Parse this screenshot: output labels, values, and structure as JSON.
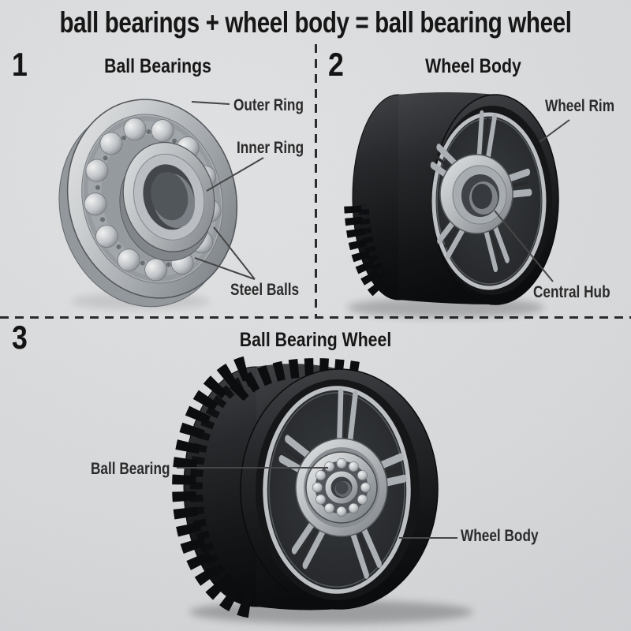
{
  "title": "ball bearings + wheel body = ball bearing wheel",
  "panels": [
    {
      "number": "1",
      "heading": "Ball Bearings",
      "labels": {
        "outer_ring": "Outer Ring",
        "inner_ring": "Inner Ring",
        "steel_balls": "Steel Balls"
      }
    },
    {
      "number": "2",
      "heading": "Wheel Body",
      "labels": {
        "wheel_rim": "Wheel Rim",
        "central_hub": "Central Hub"
      }
    },
    {
      "number": "3",
      "heading": "Ball Bearing Wheel",
      "labels": {
        "ball_bearing": "Ball Bearing",
        "wheel_body": "Wheel Body"
      }
    }
  ],
  "colors": {
    "background": "#e2e3e5",
    "title_text": "#161616",
    "label_text": "#2b2b2b",
    "divider": "#2e2e2e",
    "leader_line": "#4a4a4a",
    "metal_light": "#f2f3f4",
    "metal_dark": "#787d82",
    "tire_dark": "#0d0e10",
    "tire_light": "#46474a",
    "rim_silver": "#c6c9cd"
  }
}
